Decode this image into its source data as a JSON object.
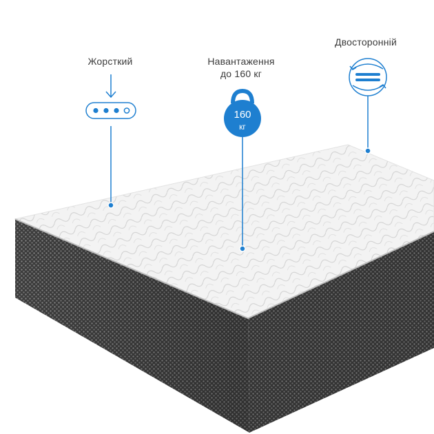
{
  "features": {
    "firmness": {
      "label": "Жорсткий",
      "icon": "firmness-dots-icon"
    },
    "load": {
      "label_line1": "Навантаження",
      "label_line2": "до 160 кг",
      "badge_value": "160",
      "badge_unit": "кг",
      "icon": "weight-kettlebell-icon"
    },
    "two_sided": {
      "label": "Двосторонній",
      "icon": "flip-arrows-icon"
    }
  },
  "colors": {
    "accent": "#1e7fd0",
    "top": "#f2f2f2",
    "side": "#4a4a4a"
  }
}
